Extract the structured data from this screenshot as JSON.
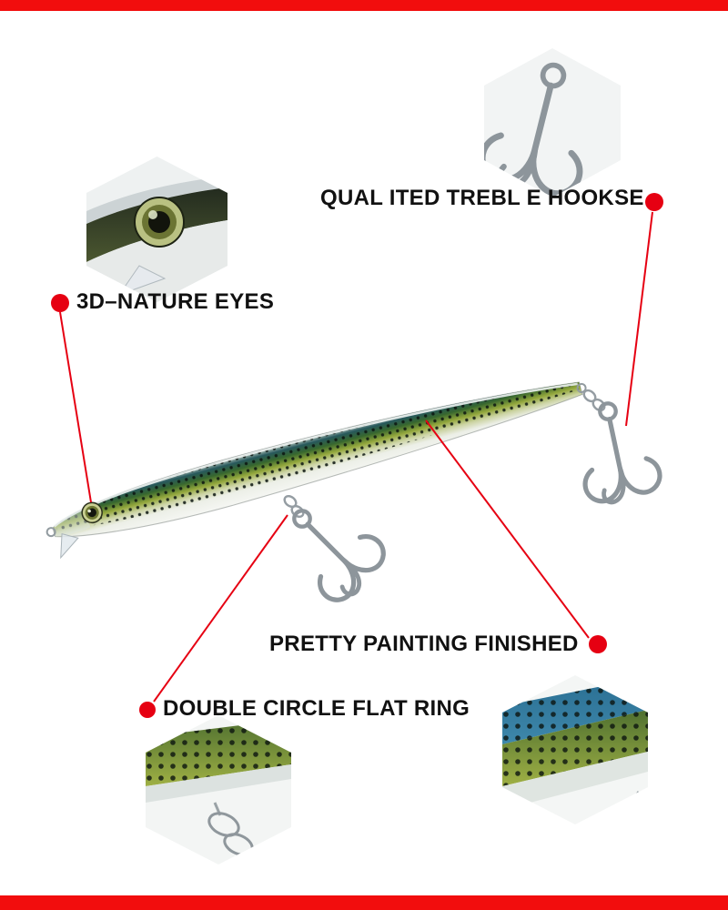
{
  "labels": {
    "treble_hooks": "QUAL ITED TREBL E HOOKSE",
    "nature_eyes": "3D–NATURE EYES",
    "painting": "PRETTY PAINTING FINISHED",
    "flat_ring": "DOUBLE CIRCLE FLAT RING"
  },
  "colors": {
    "banner_red": "#f20d0d",
    "annotation_red": "#e60012",
    "text": "#111111",
    "lure_back_teal": "#27585c",
    "lure_lateral_green": "#93a73c",
    "lure_belly_silver": "#eceee7",
    "hook_silver": "#8d959b"
  },
  "icons": {
    "treble_hook_detail": "hexagon-photo-treble-hook",
    "eye_detail": "hexagon-photo-3d-eye",
    "split_ring_detail": "hexagon-photo-split-rings",
    "paint_pattern_detail": "hexagon-photo-paint-pattern"
  }
}
